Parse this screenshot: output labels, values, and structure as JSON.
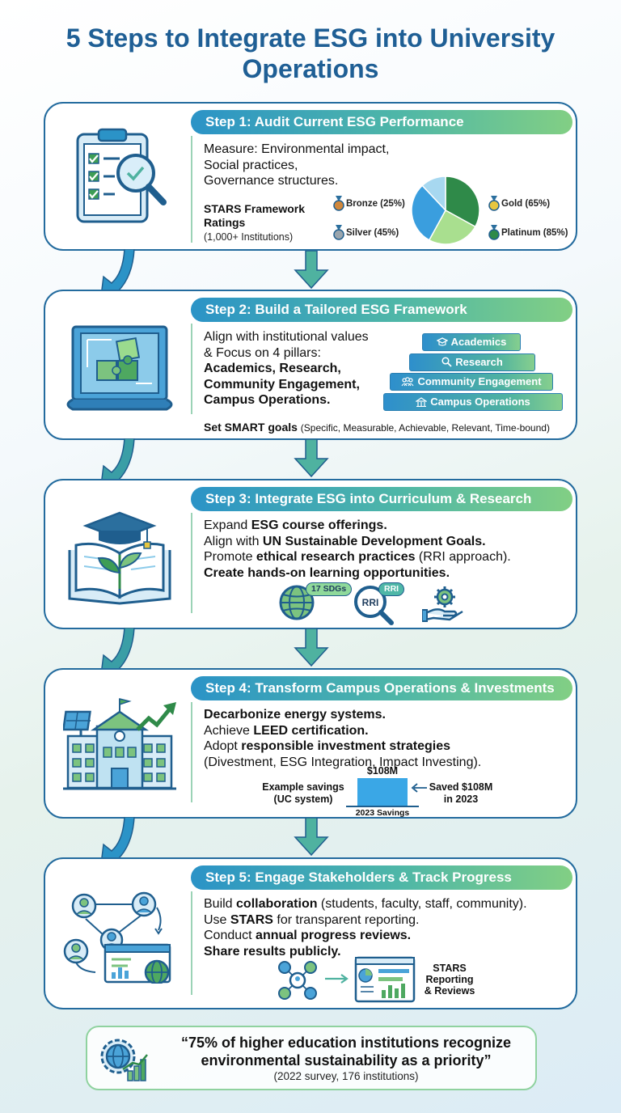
{
  "title": "5 Steps to Integrate ESG into University Operations",
  "step1": {
    "heading": "Step 1: Audit Current ESG Performance",
    "lines": [
      "Measure: Environmental impact,",
      "Social practices,",
      "Governance structures."
    ],
    "stars_title": "STARS Framework Ratings",
    "stars_sub": "(1,000+ Institutions)",
    "ratings": [
      {
        "label": "Bronze (25%)",
        "color": "#d0873c"
      },
      {
        "label": "Silver (45%)",
        "color": "#9aa5ad"
      },
      {
        "label": "Gold (65%)",
        "color": "#e6c640"
      },
      {
        "label": "Platinum (85%)",
        "color": "#2f8a49"
      }
    ]
  },
  "step2": {
    "heading": "Step 2: Build a Tailored ESG Framework",
    "line1": "Align with institutional values",
    "line2": "& Focus on 4 pillars:",
    "pillars_text": [
      "Academics, Research,",
      "Community Engagement,",
      "Campus Operations."
    ],
    "pills": [
      "Academics",
      "Research",
      "Community Engagement",
      "Campus Operations"
    ],
    "smart_bold": "Set SMART goals",
    "smart_rest": "(Specific, Measurable, Achievable, Relevant, Time-bound)"
  },
  "step3": {
    "heading": "Step 3: Integrate ESG into Curriculum & Research",
    "l1a": "Expand ",
    "l1b": "ESG course offerings.",
    "l2a": "Align with ",
    "l2b": "UN Sustainable Development Goals.",
    "l3a": "Promote ",
    "l3b": "ethical research practices",
    "l3c": " (RRI approach).",
    "l4": "Create hands-on learning opportunities.",
    "badge_sdg": "17 SDGs",
    "badge_rri": "RRI",
    "lens_text": "RRI"
  },
  "step4": {
    "heading": "Step 4: Transform Campus Operations & Investments",
    "l1": "Decarbonize energy systems.",
    "l2a": "Achieve ",
    "l2b": "LEED certification.",
    "l3a": "Adopt ",
    "l3b": "responsible investment strategies",
    "l4": "(Divestment, ESG Integration, Impact Investing).",
    "example_label": [
      "Example savings",
      "(UC system)"
    ],
    "bar_value_label": "$108M",
    "bar_axis_label": "2023 Savings",
    "saved_label": [
      "Saved $108M",
      "in 2023"
    ]
  },
  "step5": {
    "heading": "Step 5: Engage Stakeholders & Track Progress",
    "l1a": "Build ",
    "l1b": "collaboration",
    "l1c": " (students, faculty, staff, community).",
    "l2a": "Use ",
    "l2b": "STARS",
    "l2c": " for transparent reporting.",
    "l3a": "Conduct ",
    "l3b": "annual progress reviews.",
    "l4": "Share results publicly.",
    "reporting_label": [
      "STARS",
      "Reporting",
      "& Reviews"
    ]
  },
  "footer": {
    "quote_line1": "“75% of higher education institutions recognize",
    "quote_line2": "environmental sustainability as a priority”",
    "source": "(2022 survey, 176 institutions)"
  },
  "colors": {
    "navy": "#1f5e8e",
    "blue": "#2b93c7",
    "green": "#4caf63",
    "light_green": "#9be29e"
  },
  "chart_data": {
    "type": "pie",
    "categories": [
      "Gold",
      "Platinum",
      "Bronze",
      "Silver"
    ],
    "values": [
      33,
      25,
      30,
      12
    ],
    "colors": [
      "#2f8a49",
      "#a9df8f",
      "#3a9ede",
      "#a7d8f0"
    ]
  }
}
